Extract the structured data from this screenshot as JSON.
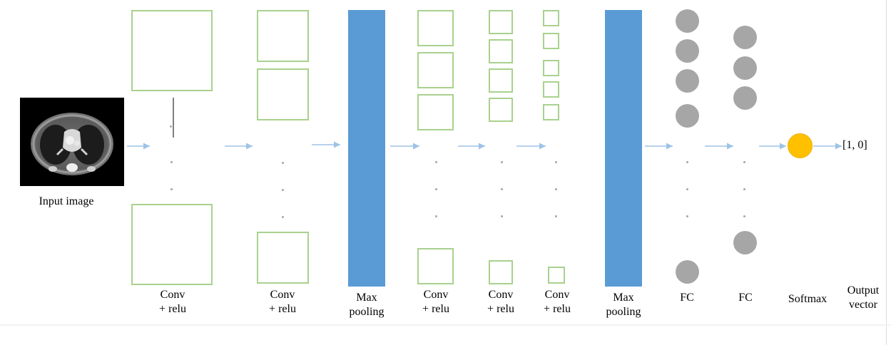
{
  "diagram": {
    "input_label": "Input image",
    "layer_labels": [
      "Conv\n+ relu",
      "Conv\n+ relu",
      "Max\npooling",
      "Conv\n+ relu",
      "Conv\n+ relu",
      "Conv\n+ relu",
      "Max\npooling",
      "FC",
      "FC",
      "Softmax",
      "Output\nvector"
    ],
    "output_value": "[1, 0]",
    "colors": {
      "feature_map_border": "#a9d18e",
      "pooling_bar": "#5b9bd5",
      "fc_neuron": "#a6a6a6",
      "softmax_node": "#ffc000",
      "arrow": "#9dc3e6",
      "ellipsis_dot": "#a6a6a6"
    }
  }
}
